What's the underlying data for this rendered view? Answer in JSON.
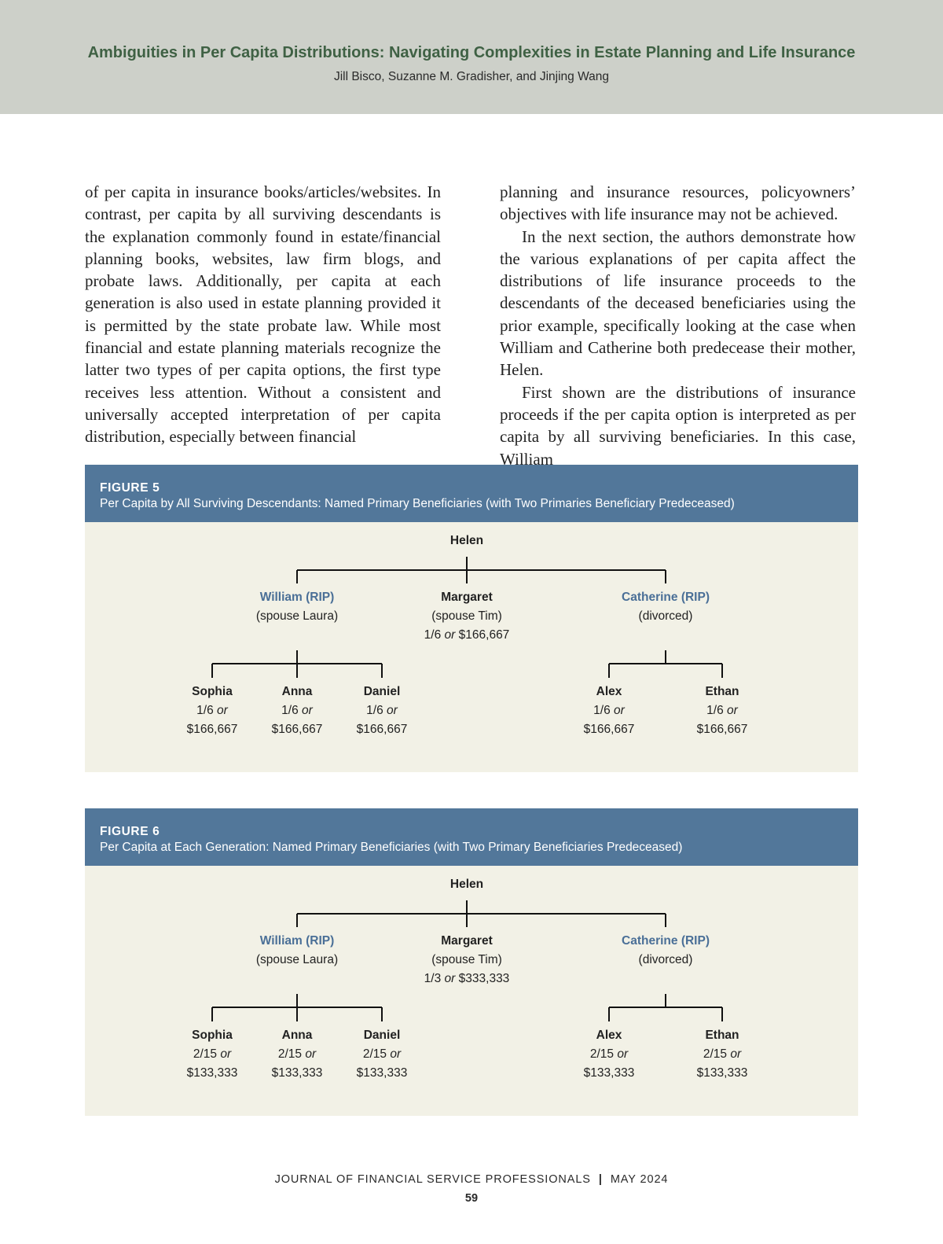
{
  "header": {
    "title": "Ambiguities in Per Capita Distributions: Navigating Complexities in Estate Planning and Life Insurance",
    "authors": "Jill Bisco, Suzanne M. Gradisher, and Jinjing Wang"
  },
  "body": {
    "left_column": "of per capita in insurance books/articles/websites. In contrast, per capita by all surviving descendants is the explanation commonly found in estate/financial planning books, websites, law firm blogs, and probate laws. Additionally, per capita at each generation is also used in estate planning provided it is permitted by the state probate law. While most financial and estate planning materials recognize the latter two types of per capita options, the first type receives less attention. Without a consistent and universally accepted interpretation of per capita distribution, especially between financial",
    "right_column_p1": "planning and insurance resources, policyowners’ objectives with life insurance may not be achieved.",
    "right_column_p2": "In the next section, the authors demonstrate how the various explanations of per capita affect the distributions of life insurance proceeds to the descendants of the deceased beneficiaries using the prior example, specifically looking at the case when William and Catherine both predecease their mother, Helen.",
    "right_column_p3": "First shown are the distributions of insurance proceeds if the per capita option is interpreted as per capita by all surviving beneficiaries. In this case, William"
  },
  "figures": [
    {
      "number": "FIGURE 5",
      "caption": "Per Capita by All Surviving Descendants: Named Primary Beneficiaries (with Two Primaries Beneficiary Predeceased)",
      "root": "Helen",
      "william": {
        "name": "William (RIP)",
        "note": "(spouse Laura)"
      },
      "margaret": {
        "name": "Margaret",
        "note": "(spouse Tim)",
        "frac": "1/6",
        "or": "or",
        "amount": "$166,667"
      },
      "catherine": {
        "name": "Catherine (RIP)",
        "note": "(divorced)"
      },
      "grandchildren": [
        {
          "name": "Sophia",
          "frac": "1/6",
          "or": "or",
          "amount": "$166,667"
        },
        {
          "name": "Anna",
          "frac": "1/6",
          "or": "or",
          "amount": "$166,667"
        },
        {
          "name": "Daniel",
          "frac": "1/6",
          "or": "or",
          "amount": "$166,667"
        },
        {
          "name": "Alex",
          "frac": "1/6",
          "or": "or",
          "amount": "$166,667"
        },
        {
          "name": "Ethan",
          "frac": "1/6",
          "or": "or",
          "amount": "$166,667"
        }
      ]
    },
    {
      "number": "FIGURE 6",
      "caption": "Per Capita at Each Generation: Named Primary Beneficiaries (with Two Primary Beneficiaries Predeceased)",
      "root": "Helen",
      "william": {
        "name": "William (RIP)",
        "note": "(spouse Laura)"
      },
      "margaret": {
        "name": "Margaret",
        "note": "(spouse Tim)",
        "frac": "1/3",
        "or": "or",
        "amount": "$333,333"
      },
      "catherine": {
        "name": "Catherine (RIP)",
        "note": "(divorced)"
      },
      "grandchildren": [
        {
          "name": "Sophia",
          "frac": "2/15",
          "or": "or",
          "amount": "$133,333"
        },
        {
          "name": "Anna",
          "frac": "2/15",
          "or": "or",
          "amount": "$133,333"
        },
        {
          "name": "Daniel",
          "frac": "2/15",
          "or": "or",
          "amount": "$133,333"
        },
        {
          "name": "Alex",
          "frac": "2/15",
          "or": "or",
          "amount": "$133,333"
        },
        {
          "name": "Ethan",
          "frac": "2/15",
          "or": "or",
          "amount": "$133,333"
        }
      ]
    }
  ],
  "footer": {
    "journal": "JOURNAL OF FINANCIAL SERVICE PROFESSIONALS",
    "separator": "|",
    "date": "MAY 2024",
    "page": "59"
  },
  "colors": {
    "header_band": "#cdd0c9",
    "title_green": "#3f6144",
    "figure_header": "#52779a",
    "figure_body": "#f2f1e6",
    "rip_blue": "#4a6f97"
  }
}
